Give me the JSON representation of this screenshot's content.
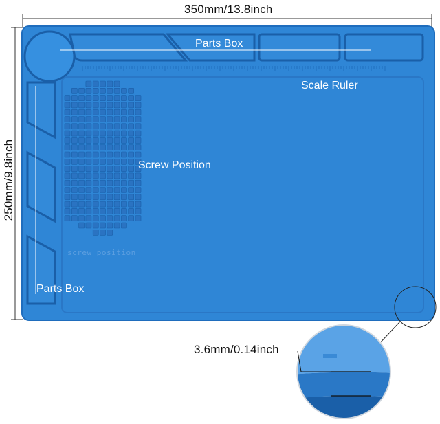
{
  "dimensions": {
    "width_label": "350mm/13.8inch",
    "height_label": "250mm/9.8inch",
    "thickness_label": "3.6mm/0.14inch"
  },
  "labels": {
    "parts_box_top": "Parts Box",
    "scale_ruler": "Scale Ruler",
    "screw_position": "Screw Position",
    "parts_box_left": "Parts Box",
    "engraved_screw_position": "screw position"
  },
  "colors": {
    "mat_blue": "#2f86d6",
    "mat_edge": "#1f6dbd",
    "mat_dark": "#1a5fa8",
    "grid_cell": "#2a73c2",
    "text_dark": "#111111",
    "text_light": "#ffffff"
  }
}
